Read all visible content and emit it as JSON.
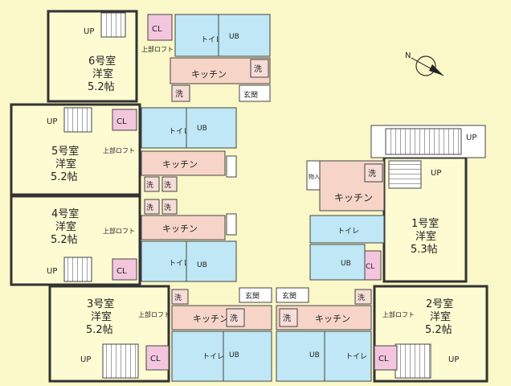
{
  "labels": {
    "up": "UP",
    "cl": "CL",
    "toilet": "トイレ",
    "ub": "UB",
    "kitchen": "キッチン",
    "wash": "洗",
    "entrance": "玄関",
    "loft": "上部ロフト",
    "shelf": "物入"
  },
  "rooms": [
    {
      "name": "6号室",
      "type": "洋室",
      "size": "5.2帖"
    },
    {
      "name": "5号室",
      "type": "洋室",
      "size": "5.2帖"
    },
    {
      "name": "4号室",
      "type": "洋室",
      "size": "5.2帖"
    },
    {
      "name": "3号室",
      "type": "洋室",
      "size": "5.2帖"
    },
    {
      "name": "2号室",
      "type": "洋室",
      "size": "5.2帖"
    },
    {
      "name": "1号室",
      "type": "洋室",
      "size": "5.3帖"
    }
  ],
  "compass": {
    "label": "N"
  },
  "colors": {
    "background": "#faf7c8",
    "room": "#fdfbd2",
    "kitchen": "#f6d5c8",
    "bath": "#bfe7f5",
    "closet": "#f3c6de",
    "wash": "#f6ddd8",
    "wall": "#333333"
  }
}
